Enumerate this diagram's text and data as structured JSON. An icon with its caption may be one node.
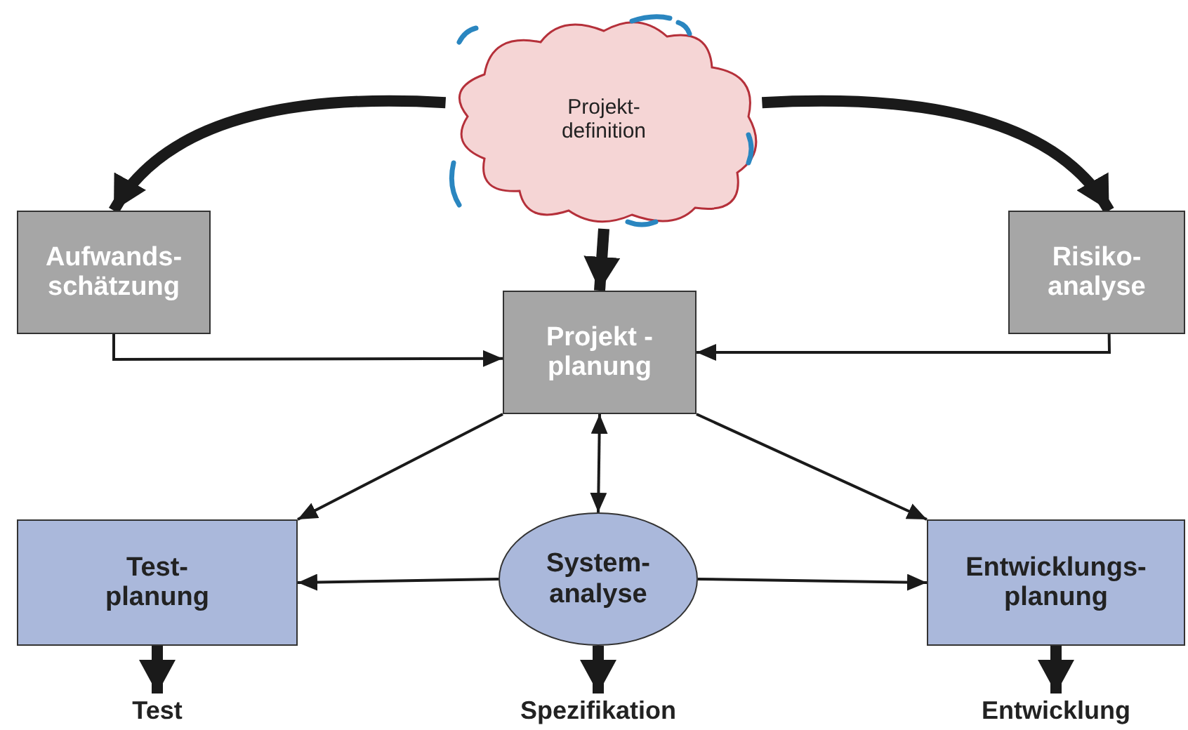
{
  "diagram": {
    "nodes": [
      {
        "text": [
          "Projekt- definition"
        ]
      },
      {
        "text": [
          "Aufwands- schätzung"
        ]
      },
      {
        "text": [
          "Risiko- analyse"
        ]
      },
      {
        "text": [
          "Projekt -planung"
        ]
      },
      {
        "text": [
          "Test- planung"
        ]
      },
      {
        "text": [
          "System- analyse"
        ]
      },
      {
        "text": [
          "Entwicklungs- planung"
        ]
      },
      {
        "text": [
          "Test"
        ]
      },
      {
        "text": [
          "Spezifikation"
        ]
      },
      {
        "text": [
          "Entwicklung"
        ]
      }
    ],
    "edges": [
      {
        "from": 0,
        "to": 1,
        "arrow": "to",
        "style": "thick"
      },
      {
        "from": 0,
        "to": 2,
        "arrow": "to",
        "style": "thick"
      },
      {
        "from": 0,
        "to": 3,
        "arrow": "to",
        "style": "thick"
      },
      {
        "from": 1,
        "to": 3,
        "arrow": "to"
      },
      {
        "from": 2,
        "to": 3,
        "arrow": "to"
      },
      {
        "from": 3,
        "to": 4,
        "arrow": "to"
      },
      {
        "from": 3,
        "to": 5,
        "arrow": "both"
      },
      {
        "from": 3,
        "to": 6,
        "arrow": "to"
      },
      {
        "from": 5,
        "to": 4,
        "arrow": "to"
      },
      {
        "from": 5,
        "to": 6,
        "arrow": "to"
      },
      {
        "from": 4,
        "to": 7,
        "arrow": "to",
        "style": "thick"
      },
      {
        "from": 5,
        "to": 8,
        "arrow": "to",
        "style": "thick"
      },
      {
        "from": 6,
        "to": 9,
        "arrow": "to",
        "style": "thick"
      }
    ]
  }
}
